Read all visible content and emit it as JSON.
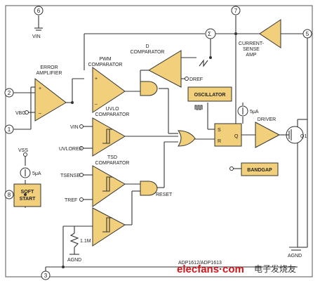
{
  "pins": {
    "p6": "6",
    "p7": "7",
    "p5": "5",
    "p2": "2",
    "p1": "1",
    "p8": "8",
    "p3": "3"
  },
  "labels": {
    "vin_top": "VIN",
    "error_amp_l1": "ERROR",
    "error_amp_l2": "AMPLIFIER",
    "vbg": "VBG",
    "pwm_l1": "PWM",
    "pwm_l2": "COMPARATOR",
    "d_l1": "D",
    "d_l2": "COMPARATOR",
    "dref": "DREF",
    "csa_l1": "CURRENT-",
    "csa_l2": "SENSE",
    "csa_l3": "AMP",
    "oscillator": "OSCILLATOR",
    "i5ua_osc": "5μA",
    "uvlo_l1": "UVLO",
    "uvlo_l2": "COMPARATOR",
    "vin_uvlo": "VIN",
    "uvlo_ref": "UVLOREF",
    "tsd_l1": "TSD",
    "tsd_l2": "COMPARATOR",
    "tsense": "TSENSE",
    "tref": "TREF",
    "vss": "VSS",
    "i5ua_ss": "5μA",
    "soft_l1": "SOFT",
    "soft_l2": "START",
    "reset": "RESET",
    "s": "S",
    "r": "R",
    "q": "Q",
    "driver": "DRIVER",
    "q1": "Q1",
    "bandgap": "BANDGAP",
    "r_val": "1.1M",
    "agnd_bottom": "AGND",
    "agnd_right": "AGND",
    "part": "ADP1612/ADP1613",
    "plus": "+",
    "minus": "–",
    "sigma": "Σ"
  },
  "watermark": {
    "site": "elecfans·com",
    "cn": "电子发烧友"
  },
  "colors": {
    "block": "#f2cf7a",
    "wire": "#333333",
    "watermark_red": "#d0161b"
  }
}
